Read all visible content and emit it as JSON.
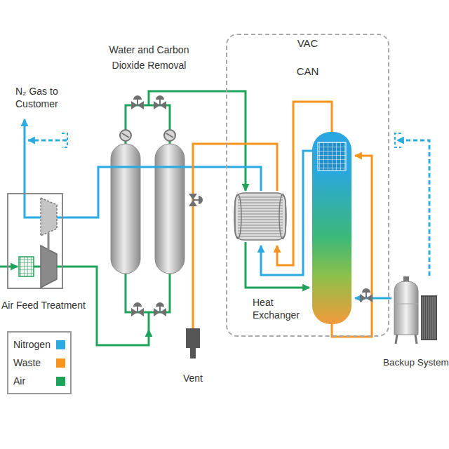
{
  "diagram": {
    "nodes": [
      {
        "text": [
          "Air Feed Treatment"
        ]
      },
      {
        "text": [
          "Water and Carbon Dioxide Removal"
        ]
      },
      {
        "text": [
          "VAC CAN"
        ]
      },
      {
        "text": [
          "Heat Exchanger"
        ],
        "in": 2
      },
      {
        "text": [
          "Vent"
        ]
      },
      {
        "text": [
          "Backup System"
        ]
      }
    ],
    "edges": [
      {
        "from": 0,
        "to": 1,
        "arrow": "to"
      },
      {
        "from": 1,
        "to": 3,
        "arrow": "to"
      },
      {
        "from": 3,
        "to": 0,
        "arrow": "none"
      },
      {
        "from": 3,
        "to": 4,
        "arrow": "none"
      }
    ],
    "labels": [
      "N₂ Gas to Customer"
    ],
    "legend": [
      {
        "text": "Nitrogen",
        "color": "#29abe2"
      },
      {
        "text": "Waste",
        "color": "#f7941d"
      },
      {
        "text": "Air",
        "color": "#1fa35b"
      }
    ]
  }
}
